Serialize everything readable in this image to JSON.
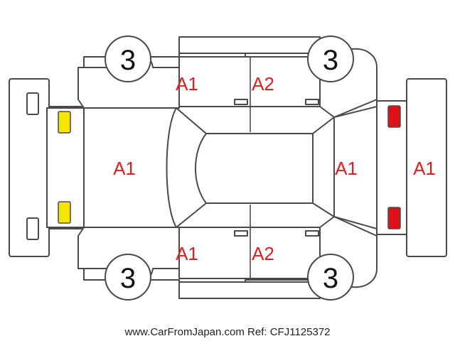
{
  "diagram": {
    "tire_condition": "3",
    "damage_codes": {
      "front_left_door": "A1",
      "rear_left_door": "A2",
      "hood": "A1",
      "trunk_lid": "A1",
      "rear_bumper": "A1",
      "front_right_door": "A1",
      "rear_right_door": "A2"
    },
    "colors": {
      "damage_text": "#e02020",
      "headlight": "#f5e600",
      "taillight": "#e0101a",
      "outline": "#4a4a4a"
    }
  },
  "footer": {
    "source": "www.CarFromJapan.com Ref: CFJ1125372"
  }
}
